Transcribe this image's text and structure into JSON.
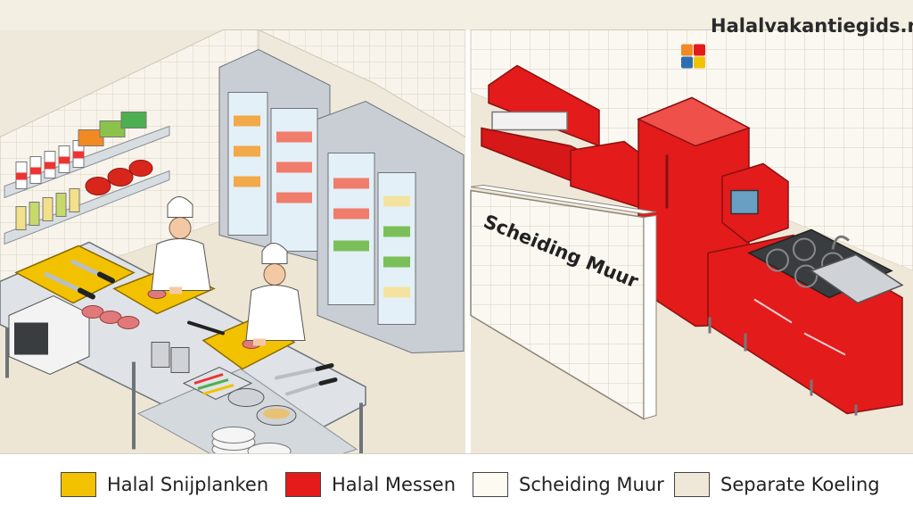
{
  "brand": {
    "name": "Halalvakantiegids.nl"
  },
  "wall_label": "Scheiding Muur",
  "legend": [
    {
      "label": "Halal Snijplanken",
      "color": "#f2c200"
    },
    {
      "label": "Halal Messen",
      "color": "#e31b1b"
    },
    {
      "label": "Scheiding Muur",
      "color": "#fdfaf2"
    },
    {
      "label": "Separate Koeling",
      "color": "#efe8d8"
    }
  ],
  "colors": {
    "halal_red": "#e31b1b",
    "board_yellow": "#f2c200",
    "steel": "#c9ced4",
    "tile": "#f7f3ea",
    "floor": "#ede6d5"
  },
  "icons": [
    "chef-icon",
    "refrigerator-icon",
    "knife-icon",
    "cutting-board-icon",
    "microwave-icon",
    "stove-icon",
    "sink-icon",
    "brand-logo-icon"
  ]
}
